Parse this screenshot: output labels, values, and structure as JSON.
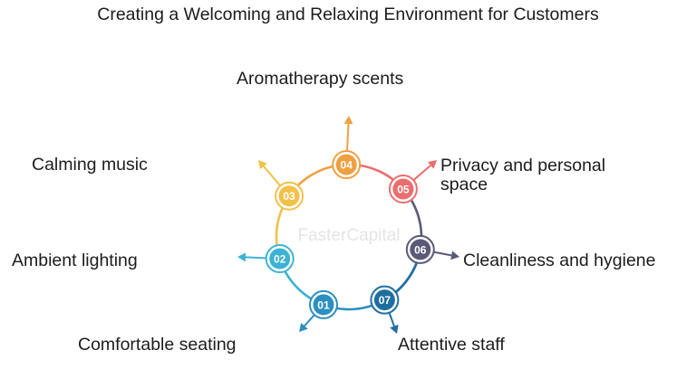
{
  "title": "Creating a Welcoming and Relaxing Environment for Customers",
  "watermark": "FasterCapital",
  "steps": [
    {
      "num": "01",
      "label": "Comfortable seating",
      "color": "#2b8fc0"
    },
    {
      "num": "02",
      "label": "Ambient lighting",
      "color": "#3cb3d4"
    },
    {
      "num": "03",
      "label": "Calming music",
      "color": "#f2c14a"
    },
    {
      "num": "04",
      "label": "Aromatherapy scents",
      "color": "#f0a040"
    },
    {
      "num": "05",
      "label": "Privacy and personal space",
      "color": "#ea6e6e"
    },
    {
      "num": "06",
      "label": "Cleanliness and hygiene",
      "color": "#5a5a78"
    },
    {
      "num": "07",
      "label": "Attentive staff",
      "color": "#1e6fa0"
    }
  ]
}
